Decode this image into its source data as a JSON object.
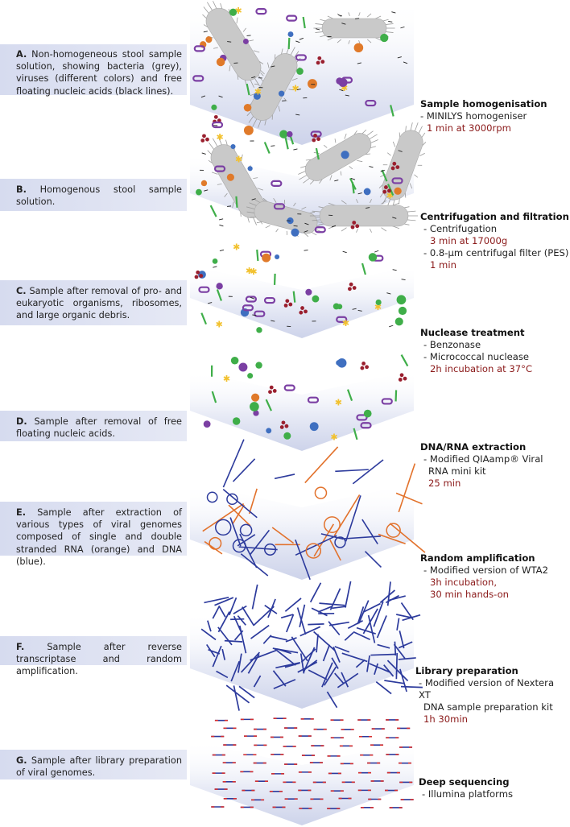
{
  "panels": [
    {
      "letter": "A.",
      "text": "Non-homogeneous stool sample solution, showing bacteria (grey), viruses (different colors) and free floating nucleic acids (black lines)."
    },
    {
      "letter": "B.",
      "text": "Homogenous stool sample solution."
    },
    {
      "letter": "C.",
      "text": "Sample after removal of pro- and eukaryotic organisms, ribosomes, and large organic debris."
    },
    {
      "letter": "D.",
      "text": "Sample after removal of free floating nucleic acids."
    },
    {
      "letter": "E.",
      "text": "Sample after extraction of various types of viral genomes composed of single and double stranded RNA (orange) and DNA (blue)."
    },
    {
      "letter": "F.",
      "text": "Sample after reverse transcriptase and random amplification."
    },
    {
      "letter": "G.",
      "text": "Sample after library preparation of viral genomes."
    }
  ],
  "steps": [
    {
      "title": "Sample homogenisation",
      "lines": [
        "- MINILYS homogeniser"
      ],
      "times": [
        "1 min at 3000rpm"
      ]
    },
    {
      "title": "Centrifugation and filtration",
      "lines": [
        "- Centrifugation"
      ],
      "times": [
        "3 min at 17000g"
      ],
      "lines2": [
        "- 0.8-µm centrifugal filter (PES)"
      ],
      "times2": [
        "1 min"
      ]
    },
    {
      "title": "Nuclease treatment",
      "lines": [
        "- Benzonase",
        "- Micrococcal nuclease"
      ],
      "times": [
        "2h incubation at 37°C"
      ]
    },
    {
      "title": "DNA/RNA extraction",
      "lines": [
        "- Modified QIAamp® Viral",
        "RNA mini kit"
      ],
      "times": [
        "25 min"
      ]
    },
    {
      "title": "Random amplification",
      "lines": [
        "- Modified version of WTA2"
      ],
      "times": [
        "3h incubation,",
        "30 min hands-on"
      ]
    },
    {
      "title": "Library preparation",
      "lines": [
        "- Modified version of Nextera XT",
        "DNA sample preparation kit"
      ],
      "times": [
        "1h 30min"
      ]
    },
    {
      "title": "Deep sequencing",
      "lines": [
        "- Illumina platforms"
      ],
      "times": []
    }
  ],
  "colors": {
    "band_fill": "#dfe3f1",
    "bacteria": "#c9c9c9",
    "virus_purple": "#7b3fa3",
    "virus_green": "#3fae49",
    "virus_orange": "#e07a2a",
    "virus_blue": "#3f6fc0",
    "virus_red": "#9a1f2e",
    "virus_yellow": "#f2c12e",
    "dna": "#2c3a9c",
    "rna": "#e2712b",
    "time_text": "#8b1a1a"
  }
}
